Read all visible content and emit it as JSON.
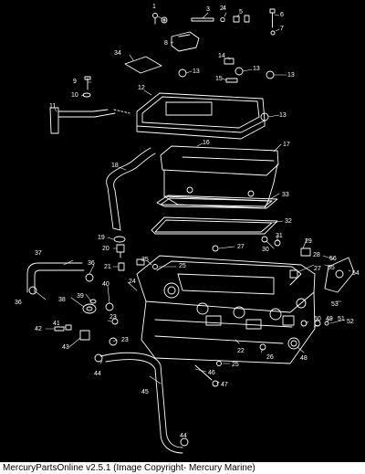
{
  "footer": {
    "text": "MercuryPartsOnline v2.5.1 (Image Copyright- Mercury Marine)"
  },
  "callouts": [
    "1",
    "2",
    "3",
    "4",
    "5",
    "6",
    "7",
    "8",
    "9",
    "10",
    "11",
    "12",
    "13",
    "13",
    "13",
    "13",
    "14",
    "15",
    "16",
    "17",
    "18",
    "19",
    "20",
    "21",
    "22",
    "23",
    "23",
    "24",
    "25",
    "25",
    "26",
    "27",
    "27",
    "28",
    "29",
    "30",
    "31",
    "32",
    "33",
    "34",
    "35",
    "36",
    "36",
    "37",
    "38",
    "39",
    "40",
    "41",
    "42",
    "43",
    "44",
    "44",
    "45",
    "46",
    "47",
    "48",
    "49",
    "50",
    "51",
    "52",
    "53",
    "54",
    "55",
    "56"
  ],
  "colors": {
    "background": "#000000",
    "lines": "#ffffff",
    "footer_bg": "#ffffff",
    "footer_text": "#000000"
  }
}
